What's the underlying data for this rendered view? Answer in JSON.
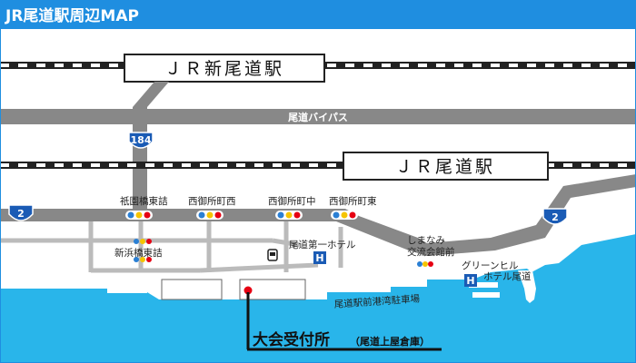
{
  "title": "JR尾道駅周辺MAP",
  "stations": {
    "shin_onomichi": "ＪＲ新尾道駅",
    "onomichi": "ＪＲ尾道駅"
  },
  "roads": {
    "bypass": "尾道バイパス",
    "route_184": "184",
    "route_2_left": "2",
    "route_2_right": "2"
  },
  "intersections": {
    "gion": "祇園橋東詰",
    "nishigoshomachi_nishi": "西御所町西",
    "nishigoshomachi_naka": "西御所町中",
    "nishigoshomachi_higashi": "西御所町東",
    "shinhama": "新浜橋東詰"
  },
  "landmarks": {
    "daiichi_hotel": "尾道第一ホテル",
    "shimanami_line1": "しまなみ",
    "shimanami_line2": "交流会館前",
    "greenhill_line1": "グリーンヒル",
    "greenhill_line2": "ホテル尾道",
    "parking": "尾道駅前港湾駐車場",
    "hotel_symbol": "H"
  },
  "venue": {
    "name": "大会受付所",
    "sub": "（尾道上屋倉庫）"
  },
  "colors": {
    "sea": "#29b5ea",
    "road": "#888888",
    "title_bg": "#1f8ee0",
    "venue_marker": "#e60012"
  }
}
